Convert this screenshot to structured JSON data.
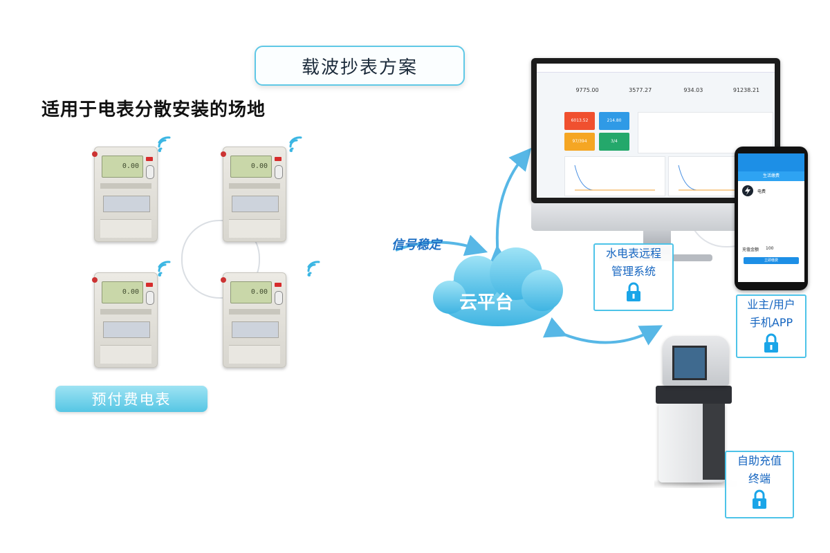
{
  "title": "载波抄表方案",
  "subtitle": "适用于电表分散安装的场地",
  "meters": {
    "label": "预付费电表",
    "display_value": "0.00"
  },
  "links": {
    "signal_label": "信号稳定"
  },
  "cloud": {
    "label": "云平台"
  },
  "endpoints": {
    "remote_system": [
      "水电表远程",
      "管理系统"
    ],
    "mobile_app": [
      "业主/用户",
      "手机APP"
    ],
    "kiosk": [
      "自助充值",
      "终端"
    ]
  },
  "dashboard": {
    "stats": [
      "9775.00",
      "3577.27",
      "934.03",
      "91238.21"
    ],
    "tiles": [
      {
        "value": "6013.52",
        "color": "#f0502f"
      },
      {
        "value": "214.80",
        "color": "#2f9ae6"
      },
      {
        "value": "97/394",
        "color": "#f5a623"
      },
      {
        "value": "3/4",
        "color": "#24a86b"
      }
    ]
  },
  "phone": {
    "banner": "生活缴费",
    "category": "电费",
    "recharge_label": "充值金额",
    "recharge_value": "100",
    "button_label": "立即缴费"
  },
  "colors": {
    "accent": "#5fc8e6",
    "arrow": "#57b7e6",
    "lock": "#1aa5e8",
    "label_text": "#1565c0"
  },
  "icons": [
    "wifi-icon",
    "lock-icon",
    "cloud-icon"
  ]
}
